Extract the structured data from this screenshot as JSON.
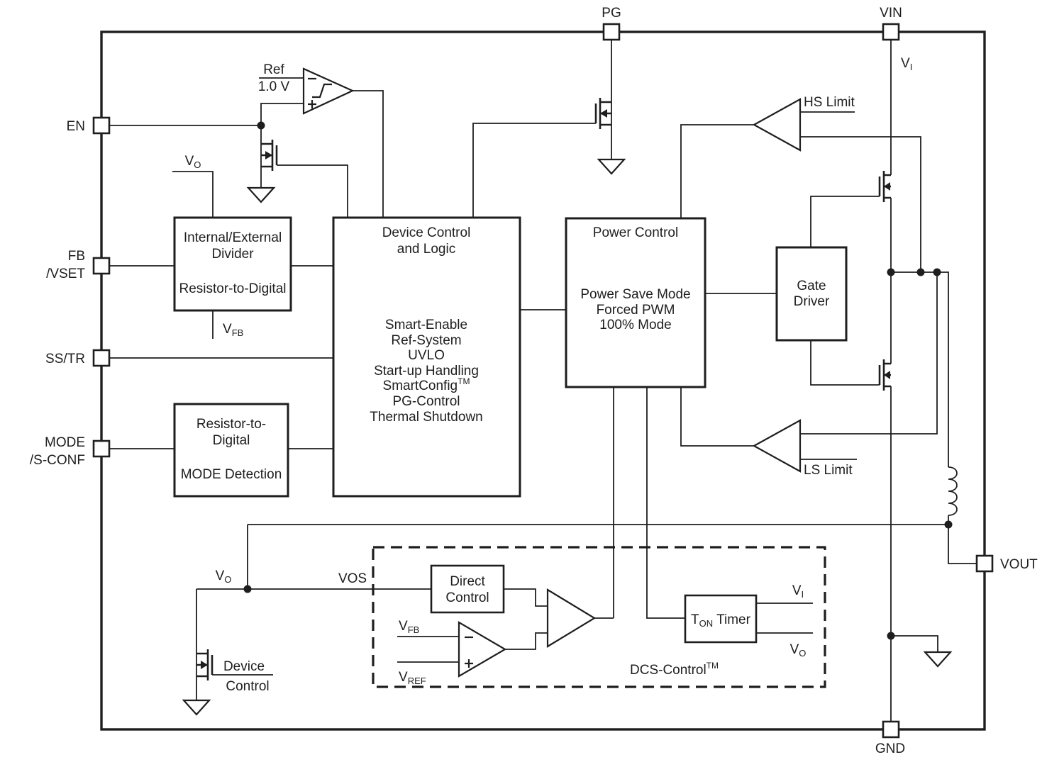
{
  "colors": {
    "ink": "#1e1e1e",
    "paper": "#ffffff"
  },
  "pins": {
    "pg": "PG",
    "vin": "VIN",
    "vout": "VOUT",
    "gnd": "GND",
    "en": "EN",
    "fb_line1": "FB",
    "fb_line2": "/VSET",
    "sstr": "SS/TR",
    "mode_line1": "MODE",
    "mode_line2": "/S-CONF"
  },
  "labels": {
    "ref_name": "Ref",
    "ref_value": "1.0 V",
    "vi": {
      "main": "V",
      "sub": "I"
    },
    "vo": {
      "main": "V",
      "sub": "O"
    },
    "vfb": {
      "main": "V",
      "sub": "FB"
    },
    "vref": {
      "main": "V",
      "sub": "REF"
    },
    "vos": "VOS",
    "hs_limit": "HS Limit",
    "ls_limit": "LS Limit",
    "device_gate_line1": "Device",
    "device_gate_line2": "Control",
    "tm": "TM"
  },
  "blocks": {
    "divider": {
      "line1": "Internal/External",
      "line2": "Divider",
      "line3": "Resistor-to-Digital"
    },
    "mode": {
      "line1": "Resistor-to-",
      "line2": "Digital",
      "line3": "MODE Detection"
    },
    "dcl": {
      "title_line1": "Device Control",
      "title_line2": "and Logic",
      "items": [
        "Smart-Enable",
        "Ref-System",
        "UVLO",
        "Start-up Handling",
        "SmartConfig",
        "PG-Control",
        "Thermal Shutdown"
      ]
    },
    "power": {
      "title": "Power Control",
      "line1": "Power Save Mode",
      "line2": "Forced PWM",
      "line3": "100% Mode"
    },
    "gate_driver": {
      "line1": "Gate",
      "line2": "Driver"
    },
    "direct": {
      "line1": "Direct",
      "line2": "Control"
    },
    "ton_timer": {
      "main": "T",
      "sub": "ON",
      "rest": " Timer"
    },
    "dcs": {
      "name": "DCS-Control"
    }
  }
}
